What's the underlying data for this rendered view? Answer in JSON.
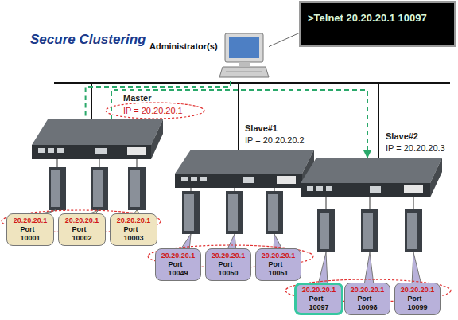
{
  "diagram": {
    "title": "Secure Clustering",
    "nodes": [
      {
        "text": [
          ">Telnet 20.20.20.1 10097"
        ]
      },
      {
        "text": [
          "Administrator(s)"
        ]
      },
      {
        "text": [
          "Master",
          "IP = 20.20.20.1"
        ]
      },
      {
        "text": [
          "Slave#1",
          "IP = 20.20.20.2"
        ]
      },
      {
        "text": [
          "Slave#2",
          "IP = 20.20.20.3"
        ]
      },
      {
        "text": [
          "20.20.20.1",
          "Port 10001"
        ]
      },
      {
        "text": [
          "20.20.20.1",
          "Port 10002"
        ]
      },
      {
        "text": [
          "20.20.20.1",
          "Port 10003"
        ]
      },
      {
        "text": [
          "20.20.20.1",
          "Port 10049"
        ]
      },
      {
        "text": [
          "20.20.20.1",
          "Port 10050"
        ]
      },
      {
        "text": [
          "20.20.20.1",
          "Port 10051"
        ]
      },
      {
        "text": [
          "20.20.20.1",
          "Port 10097"
        ]
      },
      {
        "text": [
          "20.20.20.1",
          "Port 10098"
        ]
      },
      {
        "text": [
          "20.20.20.1",
          "Port 10099"
        ]
      }
    ],
    "edges": [
      {
        "from": 0,
        "to": 1,
        "arrow": "none"
      },
      {
        "from": 1,
        "to": 2,
        "arrow": "none"
      },
      {
        "from": 2,
        "to": 4,
        "arrow": "to"
      }
    ]
  }
}
